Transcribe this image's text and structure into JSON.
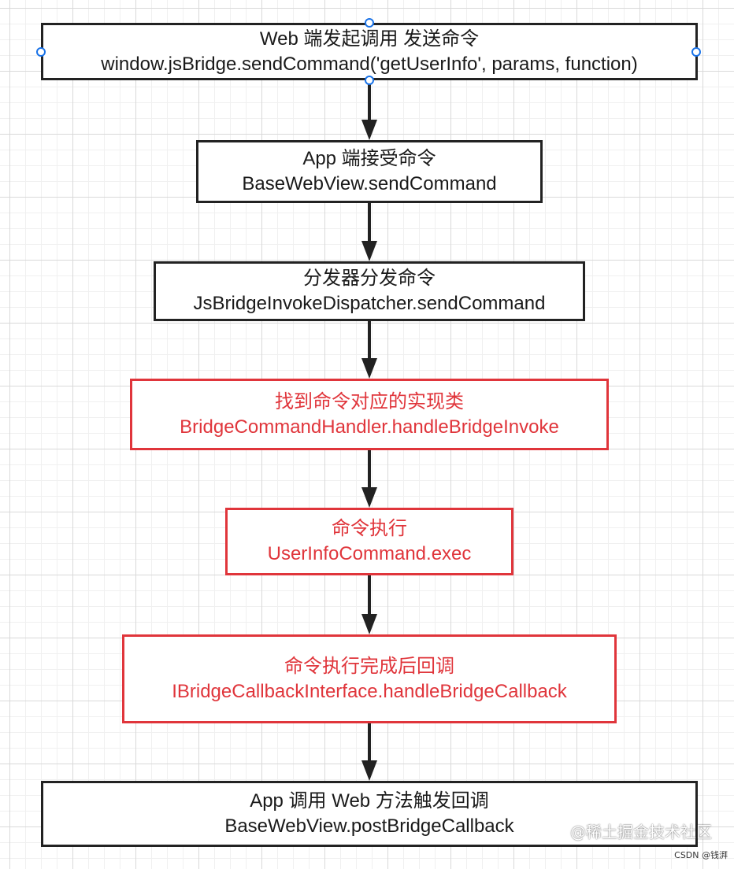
{
  "diagram": {
    "nodes": [
      {
        "line1": "Web 端发起调用 发送命令",
        "line2": "window.jsBridge.sendCommand('getUserInfo', params, function)",
        "style": "black"
      },
      {
        "line1": "App 端接受命令",
        "line2": "BaseWebView.sendCommand",
        "style": "black"
      },
      {
        "line1": "分发器分发命令",
        "line2": "JsBridgeInvokeDispatcher.sendCommand",
        "style": "black"
      },
      {
        "line1": "找到命令对应的实现类",
        "line2": "BridgeCommandHandler.handleBridgeInvoke",
        "style": "red"
      },
      {
        "line1": "命令执行",
        "line2": "UserInfoCommand.exec",
        "style": "red"
      },
      {
        "line1": "命令执行完成后回调",
        "line2": "IBridgeCallbackInterface.handleBridgeCallback",
        "style": "red"
      },
      {
        "line1": "App 调用 Web 方法触发回调",
        "line2": "BaseWebView.postBridgeCallback",
        "style": "black"
      }
    ],
    "edges": [
      [
        0,
        1
      ],
      [
        1,
        2
      ],
      [
        2,
        3
      ],
      [
        3,
        4
      ],
      [
        4,
        5
      ],
      [
        5,
        6
      ]
    ],
    "colors": {
      "black": "#222222",
      "red": "#e0353b",
      "selection_handle": "#1a73e8"
    },
    "selected_node": 0
  },
  "watermark": {
    "main": "@稀土掘金技术社区",
    "small": "CSDN @钱湃"
  }
}
